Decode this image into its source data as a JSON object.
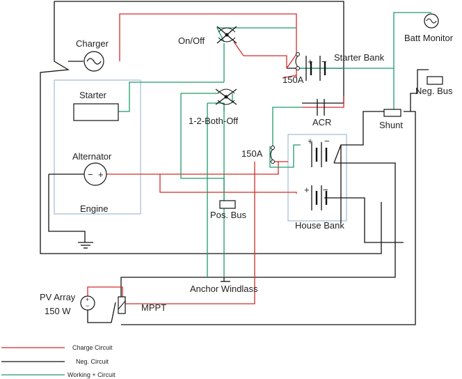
{
  "components": {
    "charger": "Charger",
    "on_off": "On/Off",
    "starter_bank": "Starter Bank",
    "batt_monitor": "Batt Monitor",
    "neg_bus": "Neg. Bus",
    "starter": "Starter",
    "fuse_150a_top": "150A",
    "selector": "1-2-Both-Off",
    "acr": "ACR",
    "shunt": "Shunt",
    "fuse_150a_mid": "150A",
    "alternator": "Alternator",
    "engine": "Engine",
    "pos_bus": "Pos. Bus",
    "house_bank": "House Bank",
    "anchor_windlass": "Anchor Windlass",
    "pv_array_line1": "PV Array",
    "pv_array_line2": "150 W",
    "mppt": "MPPT"
  },
  "symbols": {
    "plus": "+",
    "minus": "−",
    "alt_minus": "−",
    "alt_plus": "+",
    "pv_plus": "+",
    "pv_minus": "−"
  },
  "legend": [
    {
      "label": "Charge Circuit",
      "color": "#d42a2a"
    },
    {
      "label": "Neg. Circuit",
      "color": "#111111"
    },
    {
      "label": "Working + Circuit",
      "color": "#1e9a6a"
    }
  ]
}
